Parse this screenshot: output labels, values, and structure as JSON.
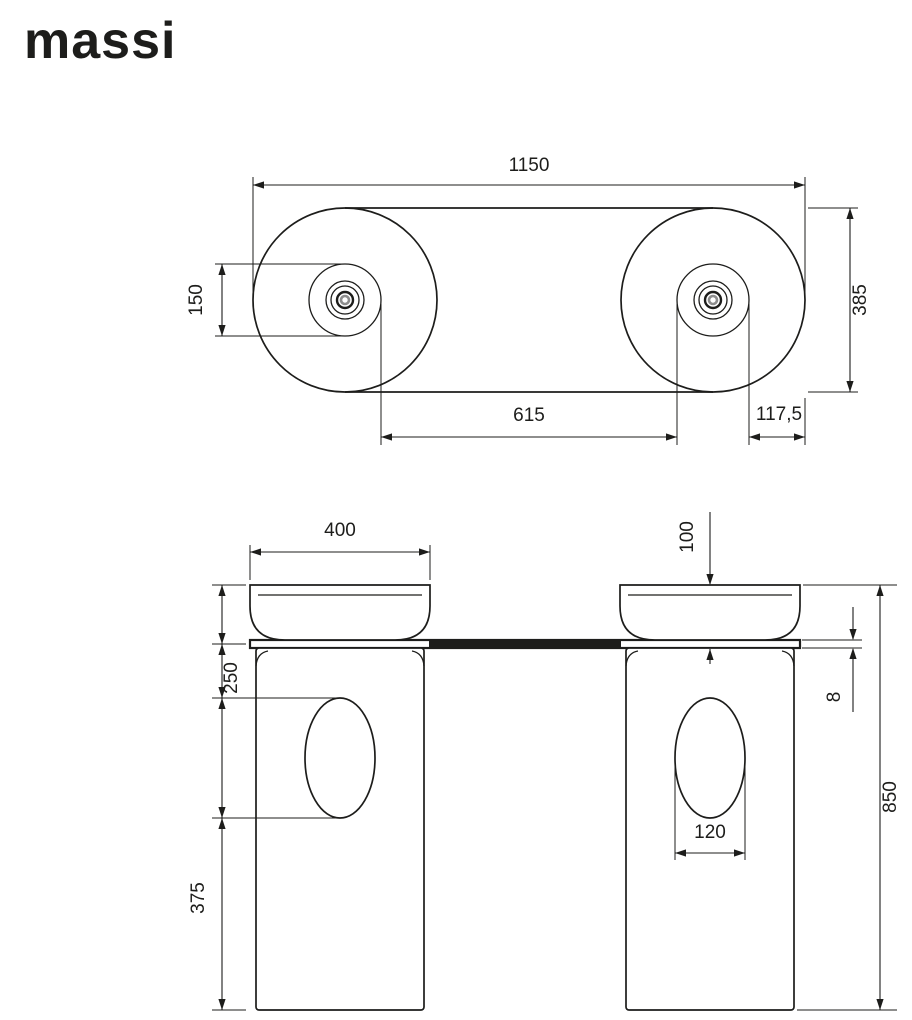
{
  "brand": {
    "logo": "massi"
  },
  "top_view": {
    "dim_width": "1150",
    "dim_depth": "385",
    "dim_faucet": "150",
    "dim_span": "615",
    "dim_edge": "117,5"
  },
  "front_view": {
    "dim_width": "400",
    "dim_bowl_depth": "100",
    "dim_upper": "250",
    "dim_slab": "8",
    "dim_height": "850",
    "dim_hole": "120",
    "dim_lower": "375"
  },
  "colors": {
    "line": "#1d1d1b",
    "background": "#ffffff"
  }
}
